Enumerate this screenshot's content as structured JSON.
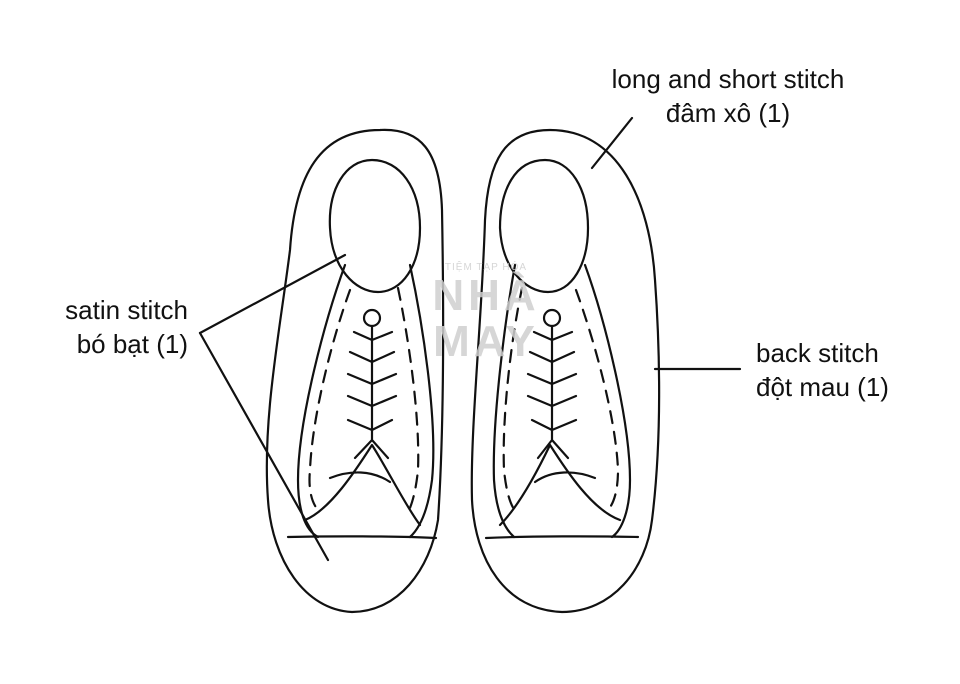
{
  "labels": {
    "satin": {
      "line1": "satin stitch",
      "line2": "bó bạt (1)"
    },
    "long_short": {
      "line1": "long and short stitch",
      "line2": "đâm xô (1)"
    },
    "back": {
      "line1": "back stitch",
      "line2": "đột mau (1)"
    }
  },
  "watermark": {
    "top": "TIỆM TẠP HÓA",
    "middle": "NHÀ",
    "bottom": "MAY"
  },
  "colors": {
    "line": "#111111",
    "watermark": "#cfcfcf"
  }
}
